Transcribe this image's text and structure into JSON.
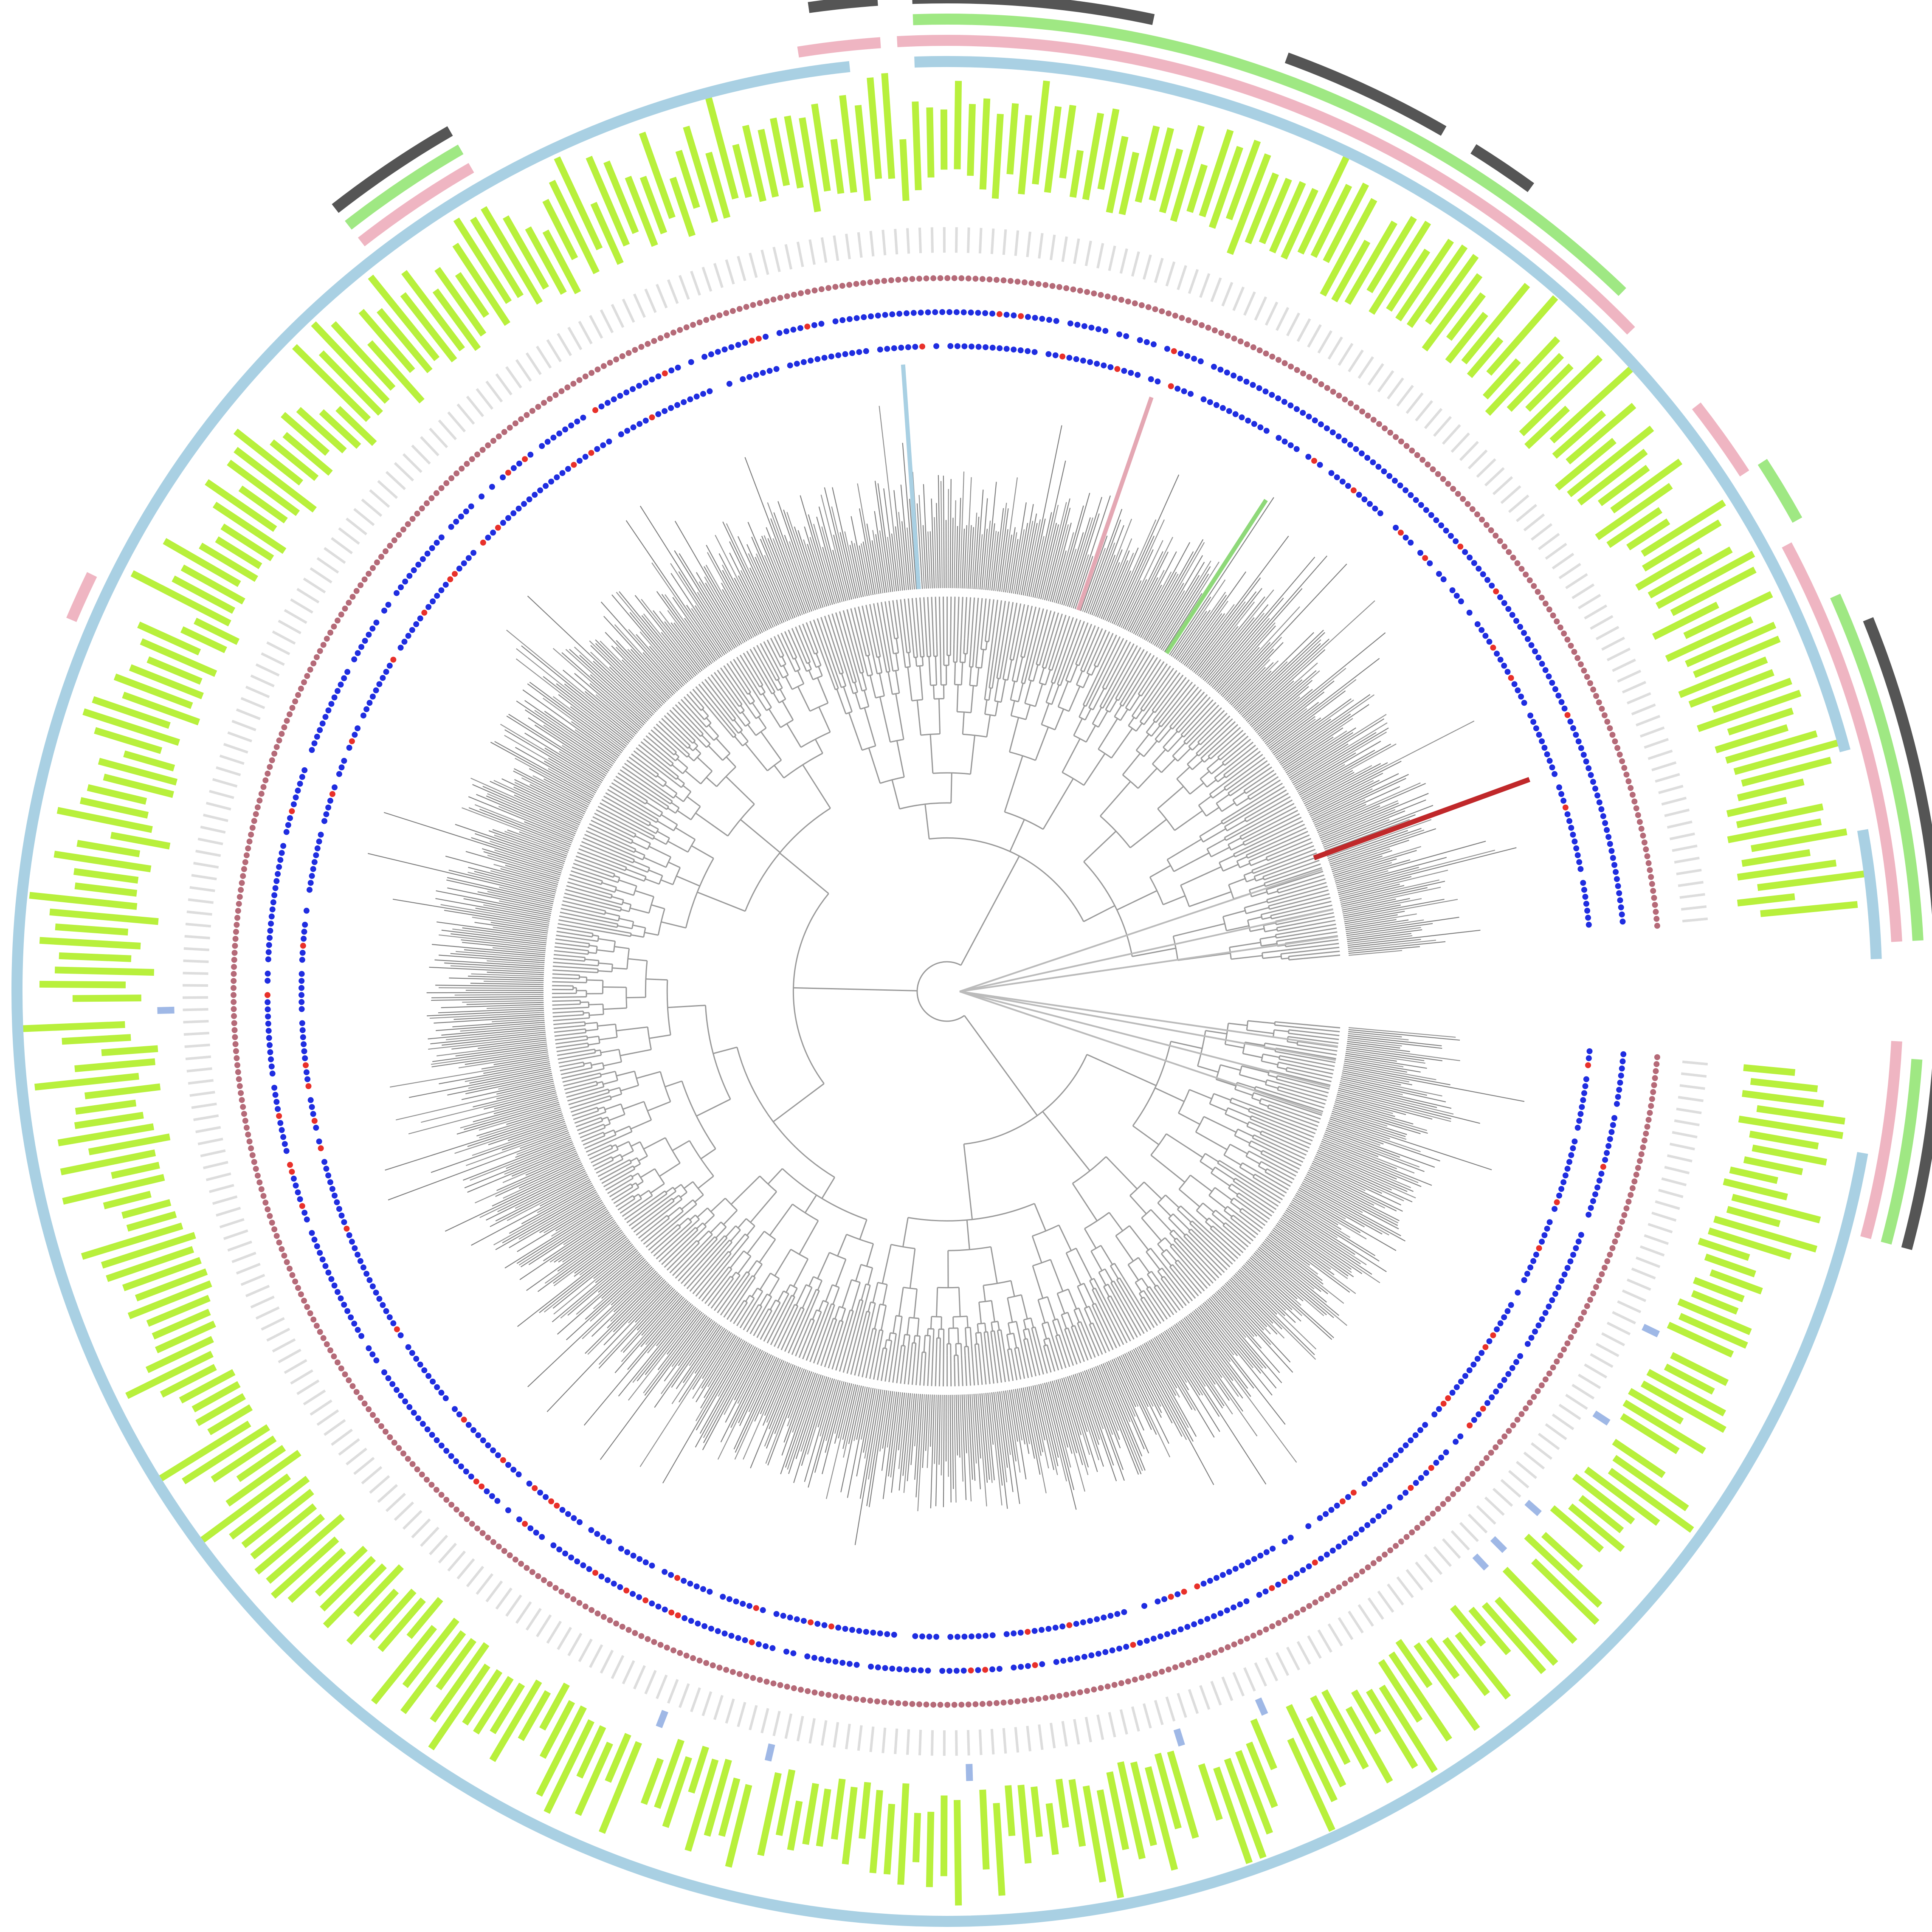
{
  "diagram": {
    "type": "circular-phylogenetic-tree",
    "gap_sector_note": "",
    "colors": {
      "background": "#ffffff",
      "branch": "#9a9a9a",
      "branch_dense": "#6e6e6e",
      "tip_label": "#555555",
      "highlight_red": "#c0282a",
      "highlight_blue": "#a9d0e3",
      "highlight_pink": "#e4a7b3",
      "highlight_green": "#8ed879",
      "dot_blue": "#1f2de0",
      "dot_red": "#e8302a",
      "dot_ring": "#b56a78",
      "bar_green": "#b8f03c",
      "bar_blue": "#9fb8e6",
      "bar_gray": "#dddddd",
      "band_blue": "#a9d0e3",
      "band_pink": "#efb5c2",
      "band_green": "#9fe883",
      "band_dark": "#555555"
    },
    "tracks": [
      {
        "name": "branch-highlight",
        "color": "highlight_red"
      },
      {
        "name": "blue-red-dot-ring-inner",
        "colors": [
          "dot_blue",
          "dot_red"
        ]
      },
      {
        "name": "blue-red-dot-ring-outer",
        "colors": [
          "dot_blue",
          "dot_red"
        ]
      },
      {
        "name": "maroon-dot-ring",
        "color": "dot_ring"
      },
      {
        "name": "value-bar-ring",
        "colors": [
          "bar_green",
          "bar_blue"
        ]
      },
      {
        "name": "clade-band-blue",
        "color": "band_blue"
      },
      {
        "name": "clade-band-pink",
        "color": "band_pink"
      },
      {
        "name": "clade-band-green",
        "color": "band_green"
      },
      {
        "name": "clade-band-dark",
        "color": "band_dark"
      }
    ]
  }
}
